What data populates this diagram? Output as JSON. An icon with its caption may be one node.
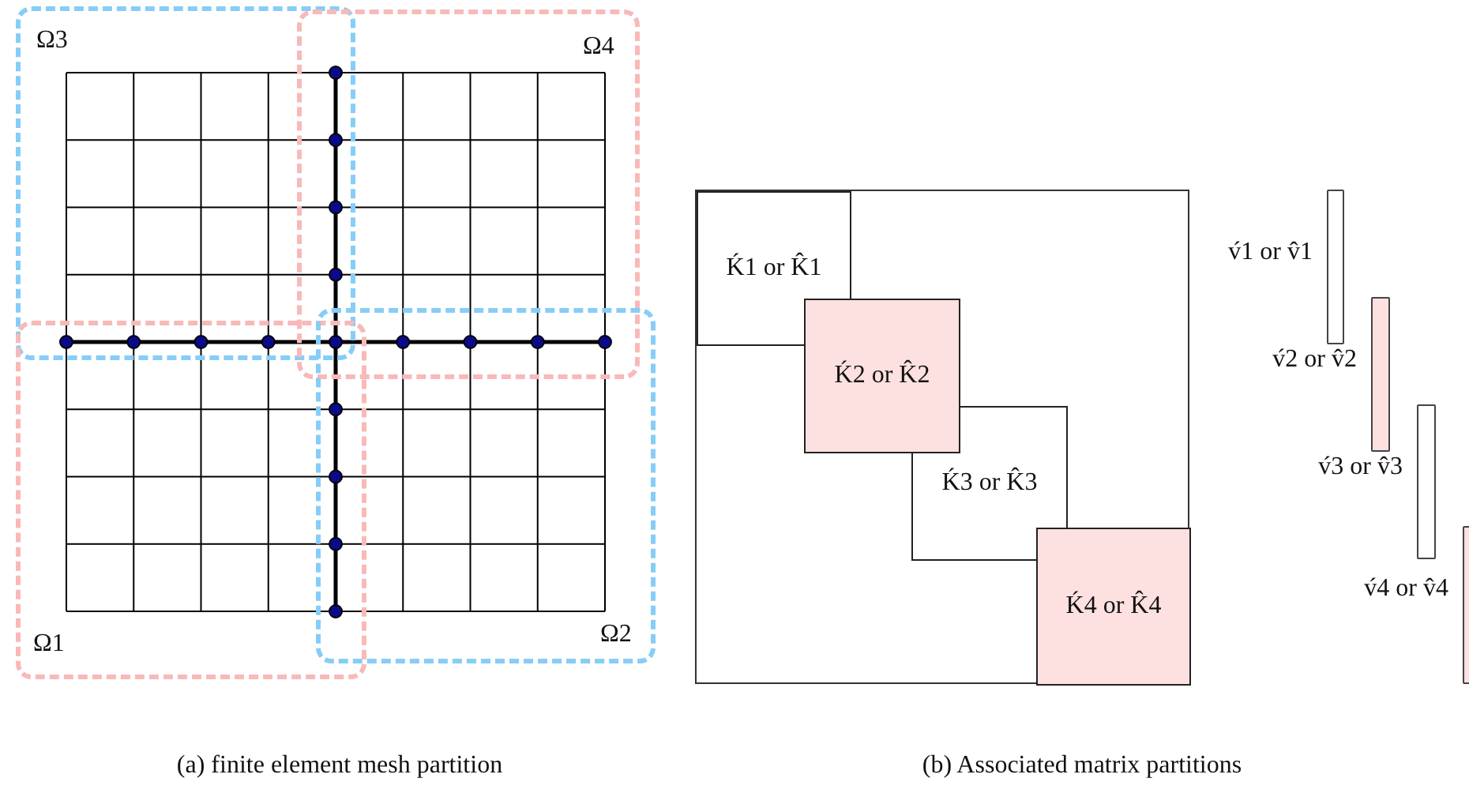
{
  "diagram": {
    "nodes": [
      {
        "text": [
          "Ω3"
        ]
      },
      {
        "text": [
          "Ω4"
        ]
      },
      {
        "text": [
          "Ω1"
        ]
      },
      {
        "text": [
          "Ω2"
        ]
      },
      {
        "text": [],
        "shape": "box"
      },
      {
        "text": [
          "Ḱ1 or K̂1"
        ],
        "in": 4
      },
      {
        "text": [
          "Ḱ2 or K̂2"
        ],
        "in": 4
      },
      {
        "text": [
          "Ḱ3 or K̂3"
        ],
        "in": 4
      },
      {
        "text": [
          "Ḱ4 or K̂4"
        ],
        "in": 4
      },
      {
        "text": [],
        "shape": "bar",
        "beside": [
          "v́1 or v̂1"
        ]
      },
      {
        "text": [],
        "shape": "bar",
        "beside": [
          "v́2 or v̂2"
        ]
      },
      {
        "text": [],
        "shape": "bar",
        "beside": [
          "v́3 or v̂3"
        ]
      },
      {
        "text": [],
        "shape": "bar",
        "beside": [
          "v́4 or v̂4"
        ]
      }
    ],
    "edges": [],
    "labels": [
      "(a) finite element mesh partition",
      "(b) Associated matrix partitions"
    ]
  }
}
